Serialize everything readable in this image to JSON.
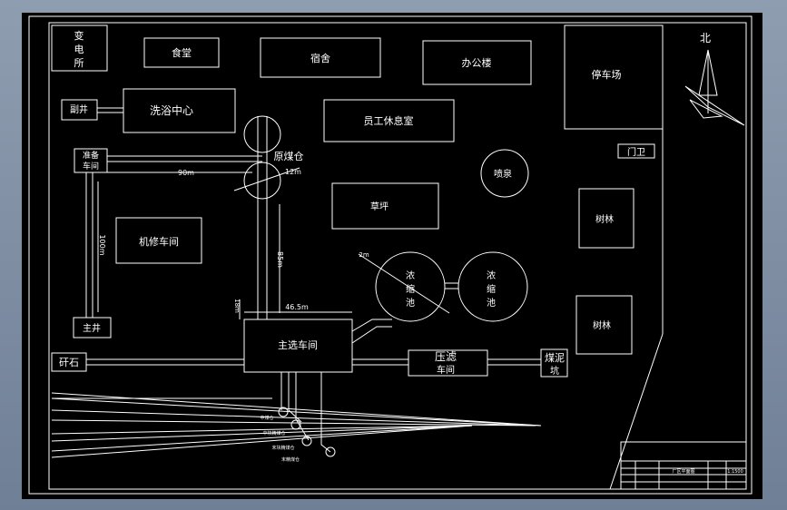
{
  "buildings": {
    "substation": [
      "变",
      "电",
      "所"
    ],
    "canteen": "食堂",
    "dormitory": "宿舍",
    "office": "办公楼",
    "parking": "停车场",
    "aux_shaft": "副井",
    "bath_center": "洗浴中心",
    "staff_lounge": "员工休息室",
    "prep_workshop": [
      "准备",
      "车间"
    ],
    "raw_coal_bin": "原煤仓",
    "gatehouse": "门卫",
    "fountain": "喷泉",
    "lawn": "草坪",
    "grove1": "树林",
    "grove2": "树林",
    "repair_workshop": "机修车间",
    "main_shaft": "主井",
    "thickener1": [
      "浓",
      "缩",
      "池"
    ],
    "thickener2": [
      "浓",
      "缩",
      "池"
    ],
    "main_plant": "主选车间",
    "press_filter": [
      "压滤",
      "车间"
    ],
    "gangue": "矸石",
    "slime_field": [
      "煤泥",
      "坑"
    ]
  },
  "dimensions": {
    "d90": "90m",
    "d12": "12m",
    "d100": "100m",
    "d85": "85m",
    "d46": "46.5m",
    "d18": "18m",
    "d2": "2m"
  },
  "rail_labels": [
    "中煤仓",
    "中块精煤仓",
    "末块精煤仓",
    "末精煤仓"
  ],
  "compass": "北",
  "title_block": {
    "drawing_name": "厂区平面图",
    "scale": "1:1500"
  }
}
